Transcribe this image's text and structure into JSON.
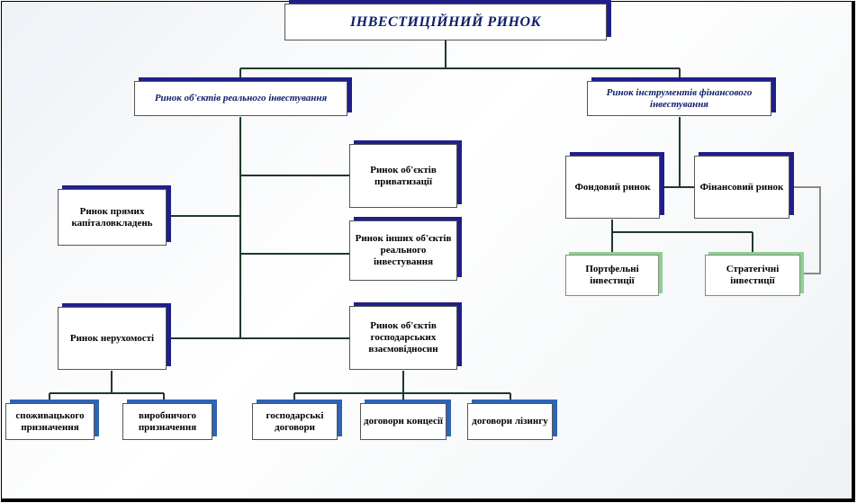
{
  "title": "ІНВЕСТИЦІЙНИЙ РИНОК",
  "real_market": "Ринок об'єктів реального інвестування",
  "financial_market": "Ринок інструментів фінансового інвестування",
  "direct_capital": "Ринок прямих капіталовкладень",
  "privatization": "Ринок об'єктів приватизації",
  "other_objects": "Ринок інших об'єктів реального інвестування",
  "real_estate": "Ринок нерухомості",
  "economic_relations": "Ринок об'єктів господарських взаємовідносин",
  "consumer": "споживацького призначення",
  "production": "виробничого призначення",
  "economic_contracts": "господарські договори",
  "concession": "договори концесії",
  "leasing": "договори лізингу",
  "stock_market": "Фондовий ринок",
  "money_market": "Фінансовий ринок",
  "portfolio": "Портфельні інвестиції",
  "strategic": "Стратегічні інвестиції"
}
